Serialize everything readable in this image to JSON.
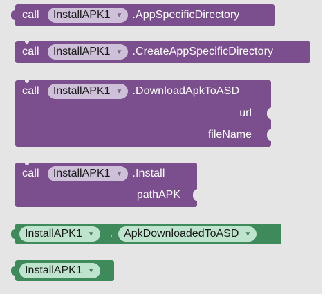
{
  "blocks": [
    {
      "keyword": "call",
      "component": "InstallAPK1",
      "method": ".AppSpecificDirectory"
    },
    {
      "keyword": "call",
      "component": "InstallAPK1",
      "method": ".CreateAppSpecificDirectory"
    },
    {
      "keyword": "call",
      "component": "InstallAPK1",
      "method": ".DownloadApkToASD",
      "params": [
        "url",
        "fileName"
      ]
    },
    {
      "keyword": "call",
      "component": "InstallAPK1",
      "method": ".Install",
      "params": [
        "pathAPK"
      ]
    },
    {
      "component": "InstallAPK1",
      "separator": ".",
      "property": "ApkDownloadedToASD"
    },
    {
      "component": "InstallAPK1"
    }
  ],
  "dropdown_icon": "triangle-down-icon",
  "colors": {
    "method_block": "#7b4f8e",
    "method_dropdown": "#cfc0d9",
    "component_block": "#3e8a5a",
    "component_dropdown": "#bfe4cd",
    "workspace": "#e5e5e5"
  }
}
